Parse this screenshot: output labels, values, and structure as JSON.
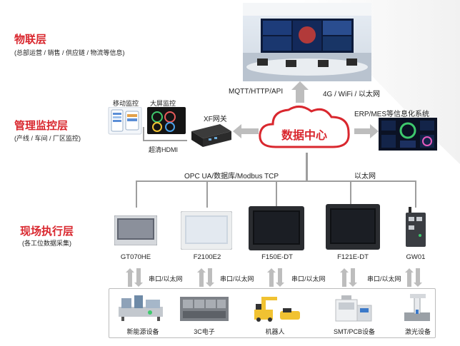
{
  "layers": {
    "iot": {
      "title": "物联层",
      "subtitle": "(总部运营 / 销售 / 供应链 / 物流等信息)"
    },
    "mgmt": {
      "title": "管理监控层",
      "subtitle": "(产线 / 车间 / 厂区监控)"
    },
    "field": {
      "title": "现场执行层",
      "subtitle": "(各工位数据采集)"
    }
  },
  "top_links": {
    "left": "MQTT/HTTP/API",
    "right": "4G / WiFi / 以太网"
  },
  "center": {
    "label": "数据中心"
  },
  "gateway": {
    "label": "XF网关",
    "hdmi": "超清HDMI"
  },
  "monitors": {
    "mobile": "移动监控",
    "big_screen": "大屏监控"
  },
  "erp": {
    "label": "ERP/MES等信息化系统"
  },
  "bus": {
    "left": "OPC UA/数据库/Modbus TCP",
    "right": "以太网"
  },
  "devices": [
    "GT070HE",
    "F2100E2",
    "F150E-DT",
    "F121E-DT",
    "GW01"
  ],
  "serial_label": "串口/以太网",
  "machines": [
    "新能源设备",
    "3C电子",
    "机器人",
    "SMT/PCB设备",
    "激光设备"
  ],
  "colors": {
    "accent": "#d9272e",
    "arrow": "#bdbdbd"
  }
}
